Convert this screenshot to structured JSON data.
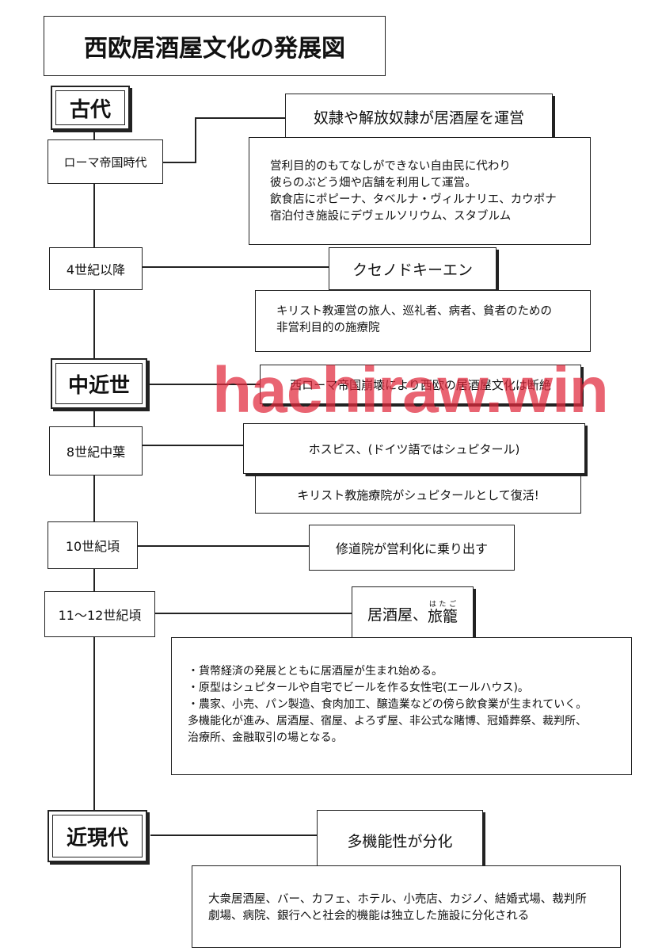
{
  "title": "西欧居酒屋文化の発展図",
  "eras": {
    "ancient": "古代",
    "medieval": "中近世",
    "modern": "近現代"
  },
  "periods": {
    "roman": "ローマ帝国時代",
    "c4": "4世紀以降",
    "c8": "8世紀中葉",
    "c10": "10世紀頃",
    "c11": "11～12世紀頃"
  },
  "nodes": {
    "slaves": {
      "head": "奴隷や解放奴隷が居酒屋を運営",
      "lines": [
        "営利目的のもてなしができない自由民に代わり",
        "彼らのぶどう畑や店舗を利用して運営。",
        "飲食店にポピーナ、タベルナ・ヴィルナリエ、カウポナ",
        "宿泊付き施設にデヴェルソリウム、スタブルム"
      ]
    },
    "xenodocheion": {
      "head": "クセノドキーエン",
      "lines": [
        "キリスト教運営の旅人、巡礼者、病者、貧者のための",
        "非営利目的の施療院"
      ]
    },
    "collapse": {
      "text": "西ローマ帝国崩壊により西欧の居酒屋文化は断絶"
    },
    "hospice": {
      "head": "ホスピス、(ドイツ語ではシュピタール)",
      "sub": "キリスト教施療院がシュピタールとして復活!"
    },
    "monastery": {
      "text": "修道院が営利化に乗り出す"
    },
    "tavern": {
      "head_prefix": "居酒屋、",
      "head_word": "旅籠",
      "head_ruby": "はたご",
      "lines": [
        "・貨幣経済の発展とともに居酒屋が生まれ始める。",
        "・原型はシュピタールや自宅でビールを作る女性宅(エールハウス)。",
        "・農家、小売、パン製造、食肉加工、醸造業などの傍ら飲食業が生まれていく。",
        "多機能化が進み、居酒屋、宿屋、よろず屋、非公式な賭博、冠婚葬祭、裁判所、",
        "治療所、金融取引の場となる。"
      ]
    },
    "differentiation": {
      "head": "多機能性が分化",
      "lines": [
        "大衆居酒屋、バー、カフェ、ホテル、小売店、カジノ、結婚式場、裁判所",
        "劇場、病院、銀行へと社会的機能は独立した施設に分化される"
      ]
    }
  },
  "watermark": "hachiraw.win"
}
